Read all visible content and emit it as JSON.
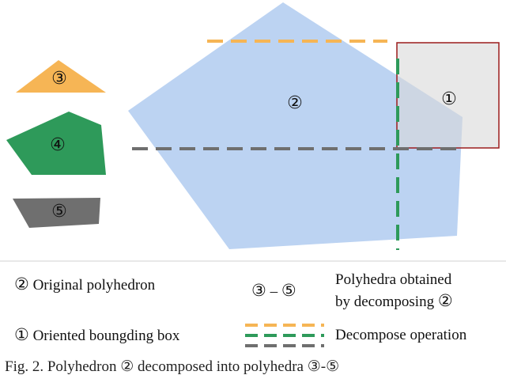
{
  "diagram": {
    "labels": {
      "obb": "①",
      "original": "②",
      "piece3": "③",
      "piece4": "④",
      "piece5": "⑤"
    },
    "colors": {
      "original_fill": "#bcd3f2",
      "obb_fill": "#d9d9d9",
      "obb_stroke": "#9b1c1c",
      "piece3_fill": "#f6b555",
      "piece4_fill": "#2e9a5a",
      "piece5_fill": "#6f6f6f",
      "dash_orange": "#f6b555",
      "dash_green": "#2e9a5a",
      "dash_gray": "#6f6f6f"
    }
  },
  "legend": {
    "original_symbol": "②",
    "original_label": "Original polyhedron",
    "obb_symbol": "①",
    "obb_label": "Oriented boungding box",
    "decomposed_symbol_from": "③",
    "decomposed_dash": "–",
    "decomposed_symbol_to": "⑤",
    "decomposed_label_line1": "Polyhedra obtained",
    "decomposed_label_line2": "by decomposing",
    "decomposed_label_symbol": "②",
    "operation_label": "Decompose operation"
  },
  "caption": {
    "text": "Fig. 2. Polyhedron ② decomposed into polyhedra ③-⑤"
  }
}
